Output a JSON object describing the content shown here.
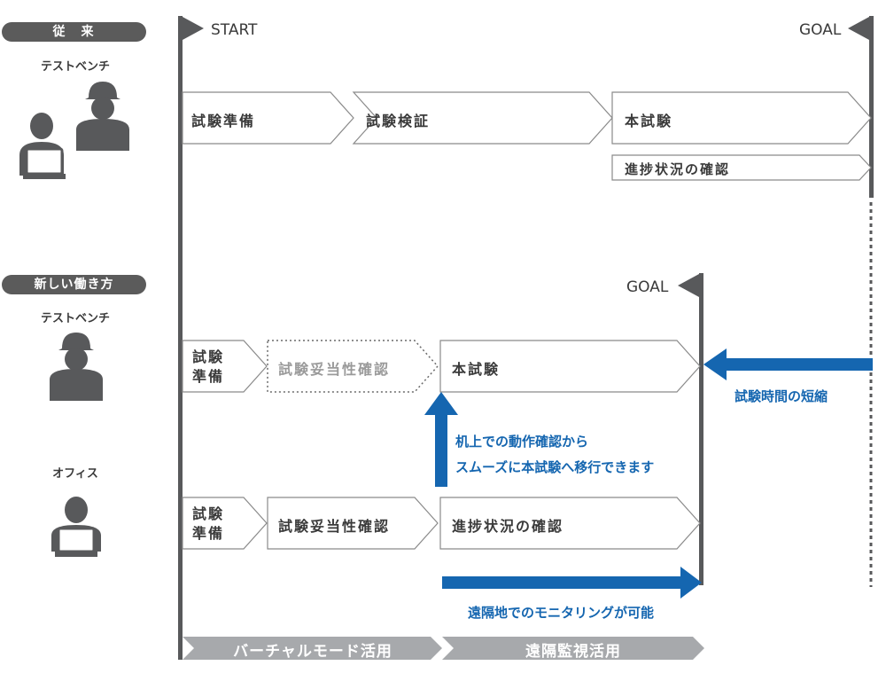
{
  "sections": {
    "traditional_label": "従　来",
    "new_label": "新しい働き方"
  },
  "people": {
    "testbench_1": "テストベンチ",
    "testbench_2": "テストベンチ",
    "office": "オフィス"
  },
  "flags": {
    "start": "START",
    "goal_top": "GOAL",
    "goal_new": "GOAL"
  },
  "traditional_steps": {
    "step1": "試験準備",
    "step2": "試験検証",
    "step3": "本試験",
    "progress": "進捗状況の確認"
  },
  "bench_steps": {
    "prep_line1": "試験",
    "prep_line2": "準備",
    "validity": "試験妥当性確認",
    "main": "本試験"
  },
  "office_steps": {
    "prep_line1": "試験",
    "prep_line2": "準備",
    "validity": "試験妥当性確認",
    "progress": "進捗状況の確認"
  },
  "annotations": {
    "shorten": "試験時間の短縮",
    "desk_line1": "机上での動作確認から",
    "desk_line2": "スムーズに本試験へ移行できます",
    "remote": "遠隔地でのモニタリングが可能"
  },
  "bottom_bar": {
    "virtual": "バーチャルモード活用",
    "remote_monitor": "遠隔監視活用"
  },
  "colors": {
    "dark_gray": "#58595b",
    "line_gray": "#8a8a8a",
    "accent_blue": "#1566b0",
    "bar_gray": "#a7a9ac"
  }
}
